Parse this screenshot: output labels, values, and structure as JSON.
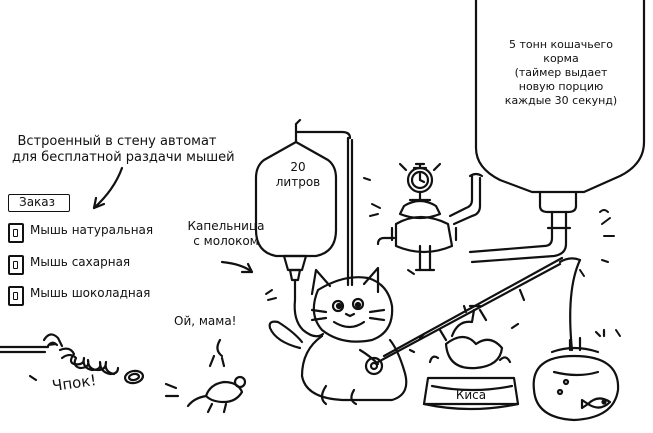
{
  "title_line1": "Встроенный в стену автомат",
  "title_line2": "для бесплатной раздачи мышей",
  "order_label": "Заказ",
  "menu": [
    {
      "label": "Мышь натуральная"
    },
    {
      "label": "Мышь сахарная"
    },
    {
      "label": "Мышь шоколадная"
    }
  ],
  "drip_bag": {
    "line1": "20",
    "line2": "литров"
  },
  "drip_label_line1": "Капельница",
  "drip_label_line2": "с молоком",
  "tank": {
    "line1": "5 тонн кошачьего",
    "line2": "корма",
    "line3": "(таймер выдает",
    "line4": "новую порцию",
    "line5": "каждые 30 секунд)"
  },
  "mouse_speech": "Ой, мама!",
  "pop_sound": "Чпок!",
  "bowl_label": "Киса"
}
